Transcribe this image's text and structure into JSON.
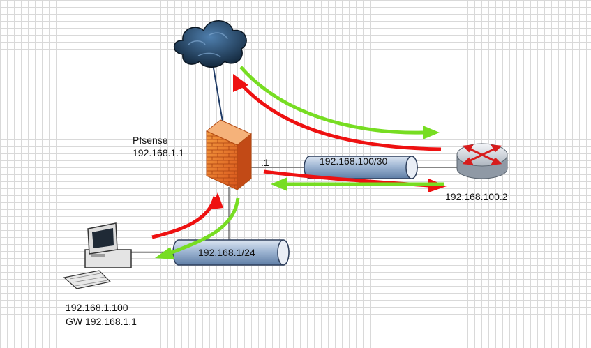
{
  "diagram": {
    "firewall": {
      "name": "Pfsense",
      "ip": "192.168.1.1",
      "port_label": ".1"
    },
    "lan_network": {
      "label": "192.168.1/24"
    },
    "wan_network": {
      "label": "192.168.100/30"
    },
    "router": {
      "ip": "192.168.100.2"
    },
    "workstation": {
      "ip": "192.168.1.100",
      "gateway": "GW 192.168.1.1"
    }
  },
  "colors": {
    "outbound_arrow": "#ee1111",
    "return_arrow": "#77dd22",
    "pipe_fill": "#9fb6d3",
    "pipe_stroke": "#2e3f5c",
    "firewall": "#e8732a",
    "router": "#c9cfd6",
    "cloud": "#1c3550"
  }
}
